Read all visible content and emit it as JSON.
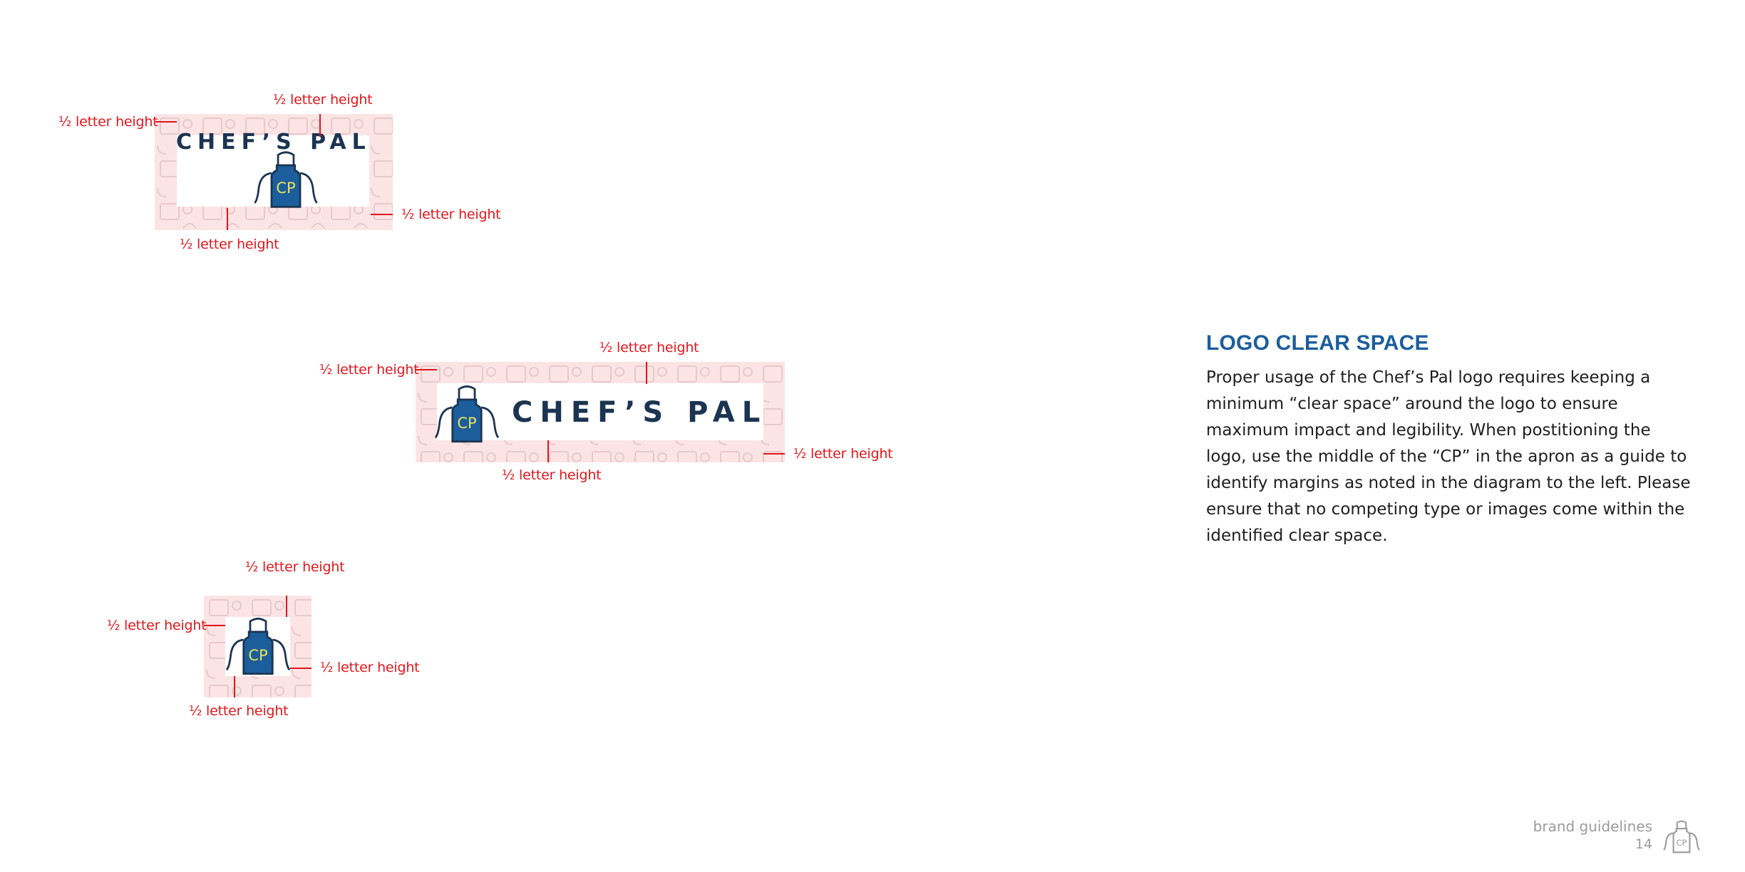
{
  "brand": {
    "wordmark": "CHEF’S PAL",
    "apron_monogram": "CP",
    "colors": {
      "navy": "#1b3451",
      "apron_blue": "#1c5e9c",
      "monogram_yellow": "#e8e25a",
      "clear_space_pink": "#fce4e5",
      "annotation_red": "#e1161c",
      "heading_blue": "#1c5e9c"
    }
  },
  "annotations": {
    "half_letter_height": "½ letter height"
  },
  "content": {
    "heading": "LOGO CLEAR SPACE",
    "body": "Proper usage of the Chef’s Pal logo requires keeping a minimum “clear space” around the logo to ensure maximum impact and legibility. When postitioning the logo, use the middle of the “CP” in the apron as a guide to identify margins as noted in the diagram to the left. Please ensure that no competing type or images come within the identified clear space."
  },
  "footer": {
    "title": "brand guidelines",
    "page_number": "14",
    "icon": "apron-icon"
  }
}
